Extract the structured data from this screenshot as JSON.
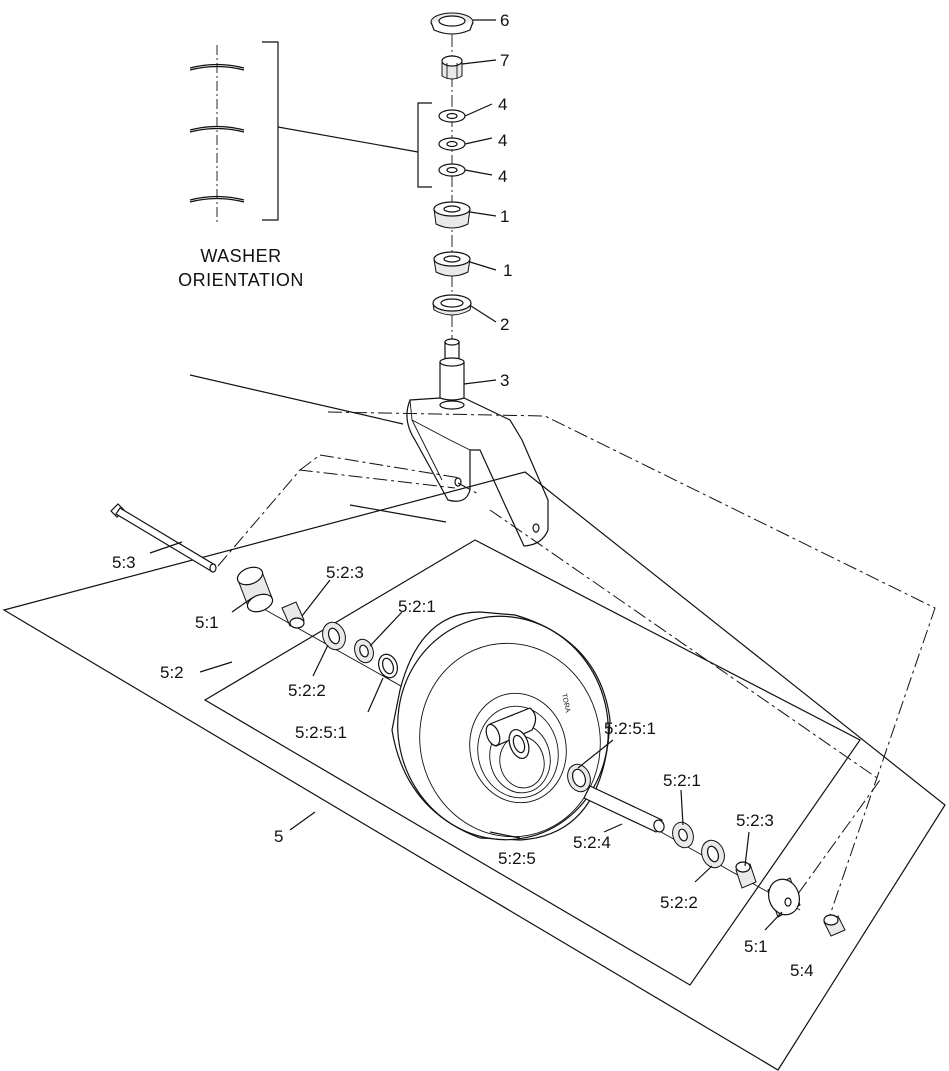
{
  "caption": {
    "line1": "WASHER",
    "line2": "ORIENTATION"
  },
  "callouts": {
    "c6": "6",
    "c7": "7",
    "c4a": "4",
    "c4b": "4",
    "c4c": "4",
    "c1a": "1",
    "c1b": "1",
    "c2": "2",
    "c3": "3",
    "c53": "5:3",
    "c51a": "5:1",
    "c523a": "5:2:3",
    "c521a": "5:2:1",
    "c52": "5:2",
    "c522a": "5:2:2",
    "c5251a": "5:2:5:1",
    "c5251b": "5:2:5:1",
    "c521b": "5:2:1",
    "c523b": "5:2:3",
    "c524": "5:2:4",
    "c525": "5:2:5",
    "c522b": "5:2:2",
    "c5": "5",
    "c51b": "5:1",
    "c54": "5:4"
  },
  "tire_marking": "TORA"
}
